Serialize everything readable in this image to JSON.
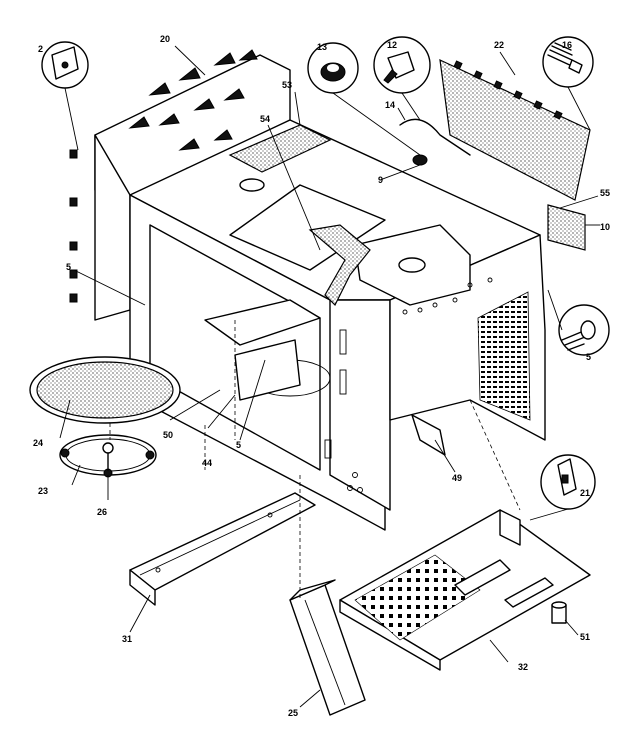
{
  "parts": [
    {
      "id": "p2",
      "label": "2"
    },
    {
      "id": "p20",
      "label": "20"
    },
    {
      "id": "p13",
      "label": "13"
    },
    {
      "id": "p12",
      "label": "12"
    },
    {
      "id": "p22",
      "label": "22"
    },
    {
      "id": "p16",
      "label": "16"
    },
    {
      "id": "p53",
      "label": "53"
    },
    {
      "id": "p54",
      "label": "54"
    },
    {
      "id": "p14",
      "label": "14"
    },
    {
      "id": "p9",
      "label": "9"
    },
    {
      "id": "p55",
      "label": "55"
    },
    {
      "id": "p10",
      "label": "10"
    },
    {
      "id": "p5a",
      "label": "5"
    },
    {
      "id": "p5b",
      "label": "5"
    },
    {
      "id": "p5c",
      "label": "5"
    },
    {
      "id": "p24",
      "label": "24"
    },
    {
      "id": "p50",
      "label": "50"
    },
    {
      "id": "p44",
      "label": "44"
    },
    {
      "id": "p23",
      "label": "23"
    },
    {
      "id": "p26",
      "label": "26"
    },
    {
      "id": "p49",
      "label": "49"
    },
    {
      "id": "p21",
      "label": "21"
    },
    {
      "id": "p31",
      "label": "31"
    },
    {
      "id": "p32",
      "label": "32"
    },
    {
      "id": "p51",
      "label": "51"
    },
    {
      "id": "p25",
      "label": "25"
    }
  ]
}
